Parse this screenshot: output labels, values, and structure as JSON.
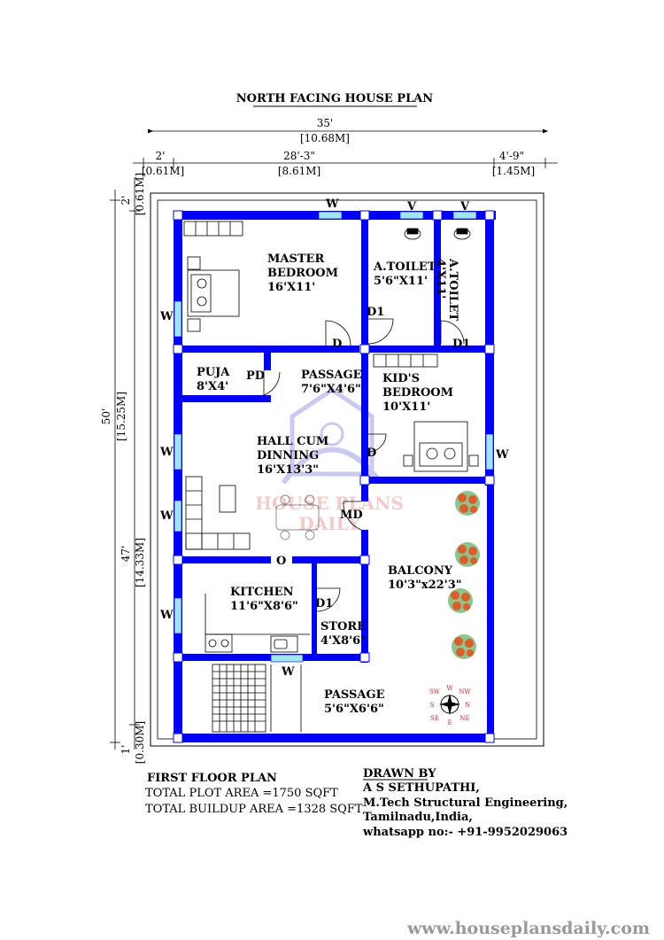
{
  "title": "NORTH FACING HOUSE PLAN",
  "dimensions": {
    "top_total": "35'",
    "top_total_m": "[10.68M]",
    "top_left": "2'",
    "top_left_m": "[0.61M]",
    "top_mid": "28'-3\"",
    "top_mid_m": "[8.61M]",
    "top_right": "4'-9\"",
    "top_right_m": "[1.45M]",
    "left_total": "50'",
    "left_total_m": "[15.25M]",
    "left_top": "2'",
    "left_top_m": "[0.61M]",
    "left_mid": "47'",
    "left_mid_m": "[14.33M]",
    "left_bottom": "1'",
    "left_bottom_m": "[0.30M]"
  },
  "rooms": {
    "master_bedroom": [
      "MASTER",
      "BEDROOM",
      "16'X11'"
    ],
    "toilet1": [
      "A.TOILET",
      "5'6\"X11'"
    ],
    "toilet2": [
      "A.TOILET",
      "4'X11'"
    ],
    "puja": [
      "PUJA",
      "8'X4'"
    ],
    "passage1": [
      "PASSAGE",
      "7'6\"X4'6\""
    ],
    "kids_bedroom": [
      "KID'S",
      "BEDROOM",
      "10'X11'"
    ],
    "hall": [
      "HALL CUM",
      "DINNING",
      "16'X13'3\""
    ],
    "balcony": [
      "BALCONY",
      "10'3\"x22'3\""
    ],
    "kitchen": [
      "KITCHEN",
      "11'6\"X8'6\""
    ],
    "store": [
      "STORE",
      "4'X8'6\""
    ],
    "passage2": [
      "PASSAGE",
      "5'6\"X6'6\""
    ]
  },
  "markers": {
    "window": "W",
    "ventilator": "V",
    "door": "D",
    "door1": "D1",
    "puja_door": "PD",
    "main_door": "MD",
    "opening": "O"
  },
  "compass": {
    "w": "W",
    "nw": "NW",
    "n": "N",
    "ne": "NE",
    "e": "E",
    "se": "SE",
    "s": "S",
    "sw": "SW"
  },
  "watermark": [
    "HOUSE PLANS",
    "DAILY"
  ],
  "footer_left": {
    "heading": "FIRST FLOOR PLAN",
    "plot_area": "TOTAL PLOT AREA =1750 SQFT",
    "buildup_area": "TOTAL BUILDUP AREA =1328 SQFT"
  },
  "footer_right": {
    "heading": "DRAWN BY",
    "name": "A S SETHUPATHI,",
    "qualification": "M.Tech Structural Engineering,",
    "location": "Tamilnadu,India,",
    "contact": "whatsapp no:- +91-9952029063"
  },
  "website": "www.houseplansdaily.com",
  "colors": {
    "wall": "#0000ff",
    "window": "#9fe6ee",
    "plant": "#e05a2a",
    "leaf": "#3aa040"
  }
}
